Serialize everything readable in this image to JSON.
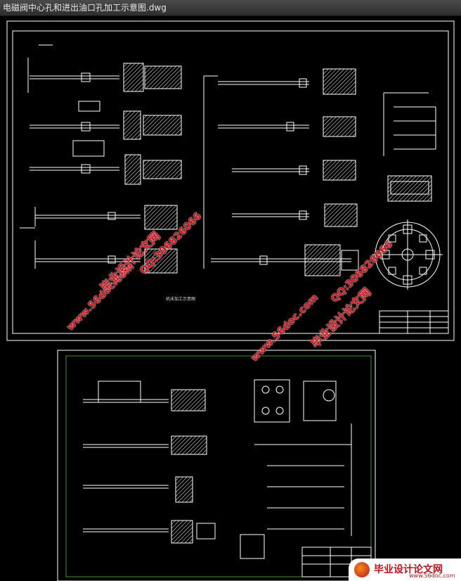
{
  "window": {
    "title": "电磁阀中心孔和进出油口孔加工示意图.dwg"
  },
  "drawing": {
    "upper_sheet_caption": "机床加工示意图"
  },
  "watermarks": {
    "site_url": "www.56doc.com",
    "qq": "QQ:306826066",
    "slogan": "毕业设计论文网"
  },
  "logo": {
    "text": "毕业设计论文网",
    "url": "www.56doc.com"
  },
  "colors": {
    "background": "#000000",
    "line": "#ffffff",
    "sheet_border_lower": "#4a8a3a",
    "watermark": "#d1121b"
  }
}
